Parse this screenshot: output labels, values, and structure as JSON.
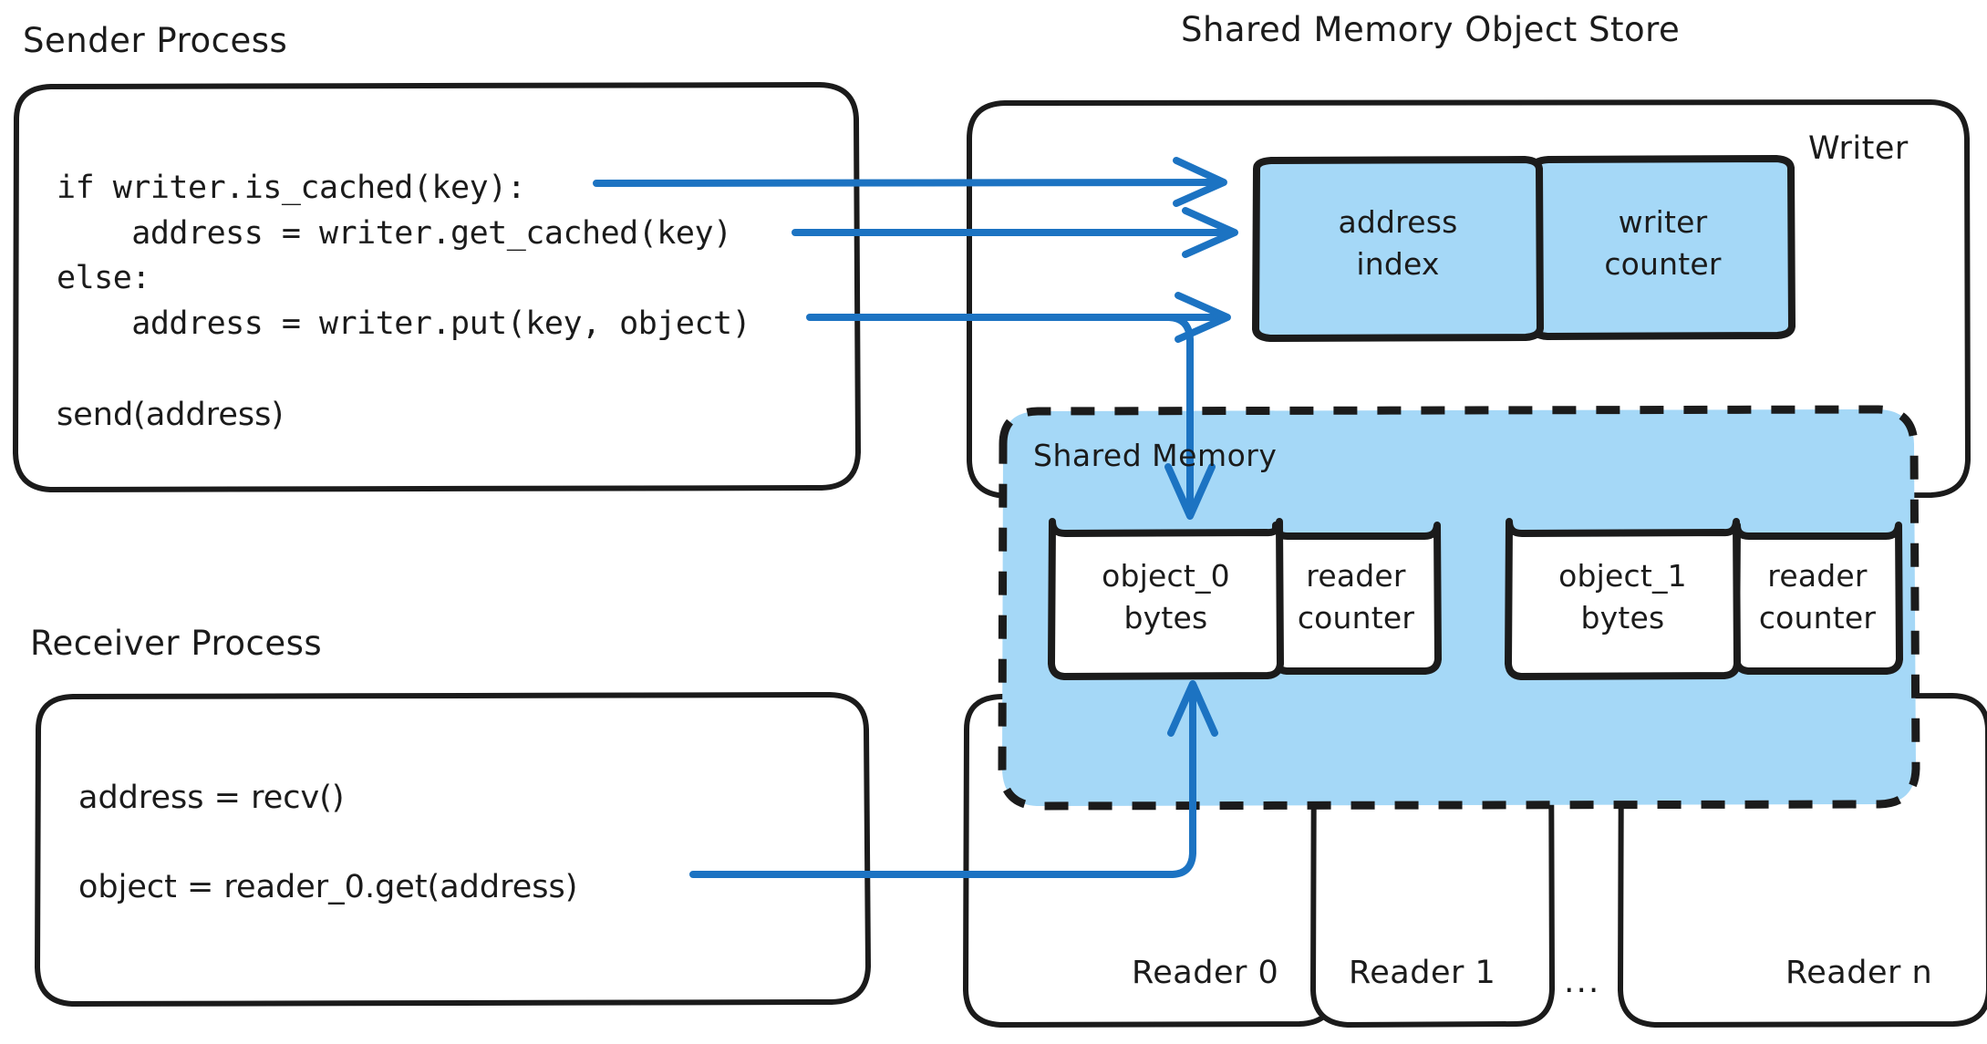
{
  "diagram": {
    "title_sender": "Sender Process",
    "title_receiver": "Receiver Process",
    "title_store": "Shared Memory Object Store"
  },
  "sender": {
    "code_lines": [
      "if writer.is_cached(key):",
      "    address = writer.get_cached(key)",
      "else:",
      "    address = writer.put(key, object)"
    ],
    "send_line": "send(address)"
  },
  "receiver": {
    "line_1": "address = recv()",
    "line_2": "object = reader_0.get(address)"
  },
  "writer": {
    "label": "Writer",
    "address_index": "address\nindex",
    "address_index_l1": "address",
    "address_index_l2": "index",
    "writer_counter_l1": "writer",
    "writer_counter_l2": "counter"
  },
  "shared_memory": {
    "label": "Shared Memory",
    "slots": [
      {
        "object_l1": "object_0",
        "object_l2": "bytes",
        "counter_l1": "reader",
        "counter_l2": "counter"
      },
      {
        "object_l1": "object_1",
        "object_l2": "bytes",
        "counter_l1": "reader",
        "counter_l2": "counter"
      }
    ]
  },
  "readers": {
    "items": [
      {
        "label": "Reader 0"
      },
      {
        "label": "Reader 1"
      },
      {
        "label": "Reader n"
      }
    ],
    "ellipsis": "..."
  },
  "colors": {
    "ink": "#1b1b1b",
    "arrow_blue": "#1c73c2",
    "fill_blue": "#a5d8f7",
    "paper": "#ffffff"
  }
}
